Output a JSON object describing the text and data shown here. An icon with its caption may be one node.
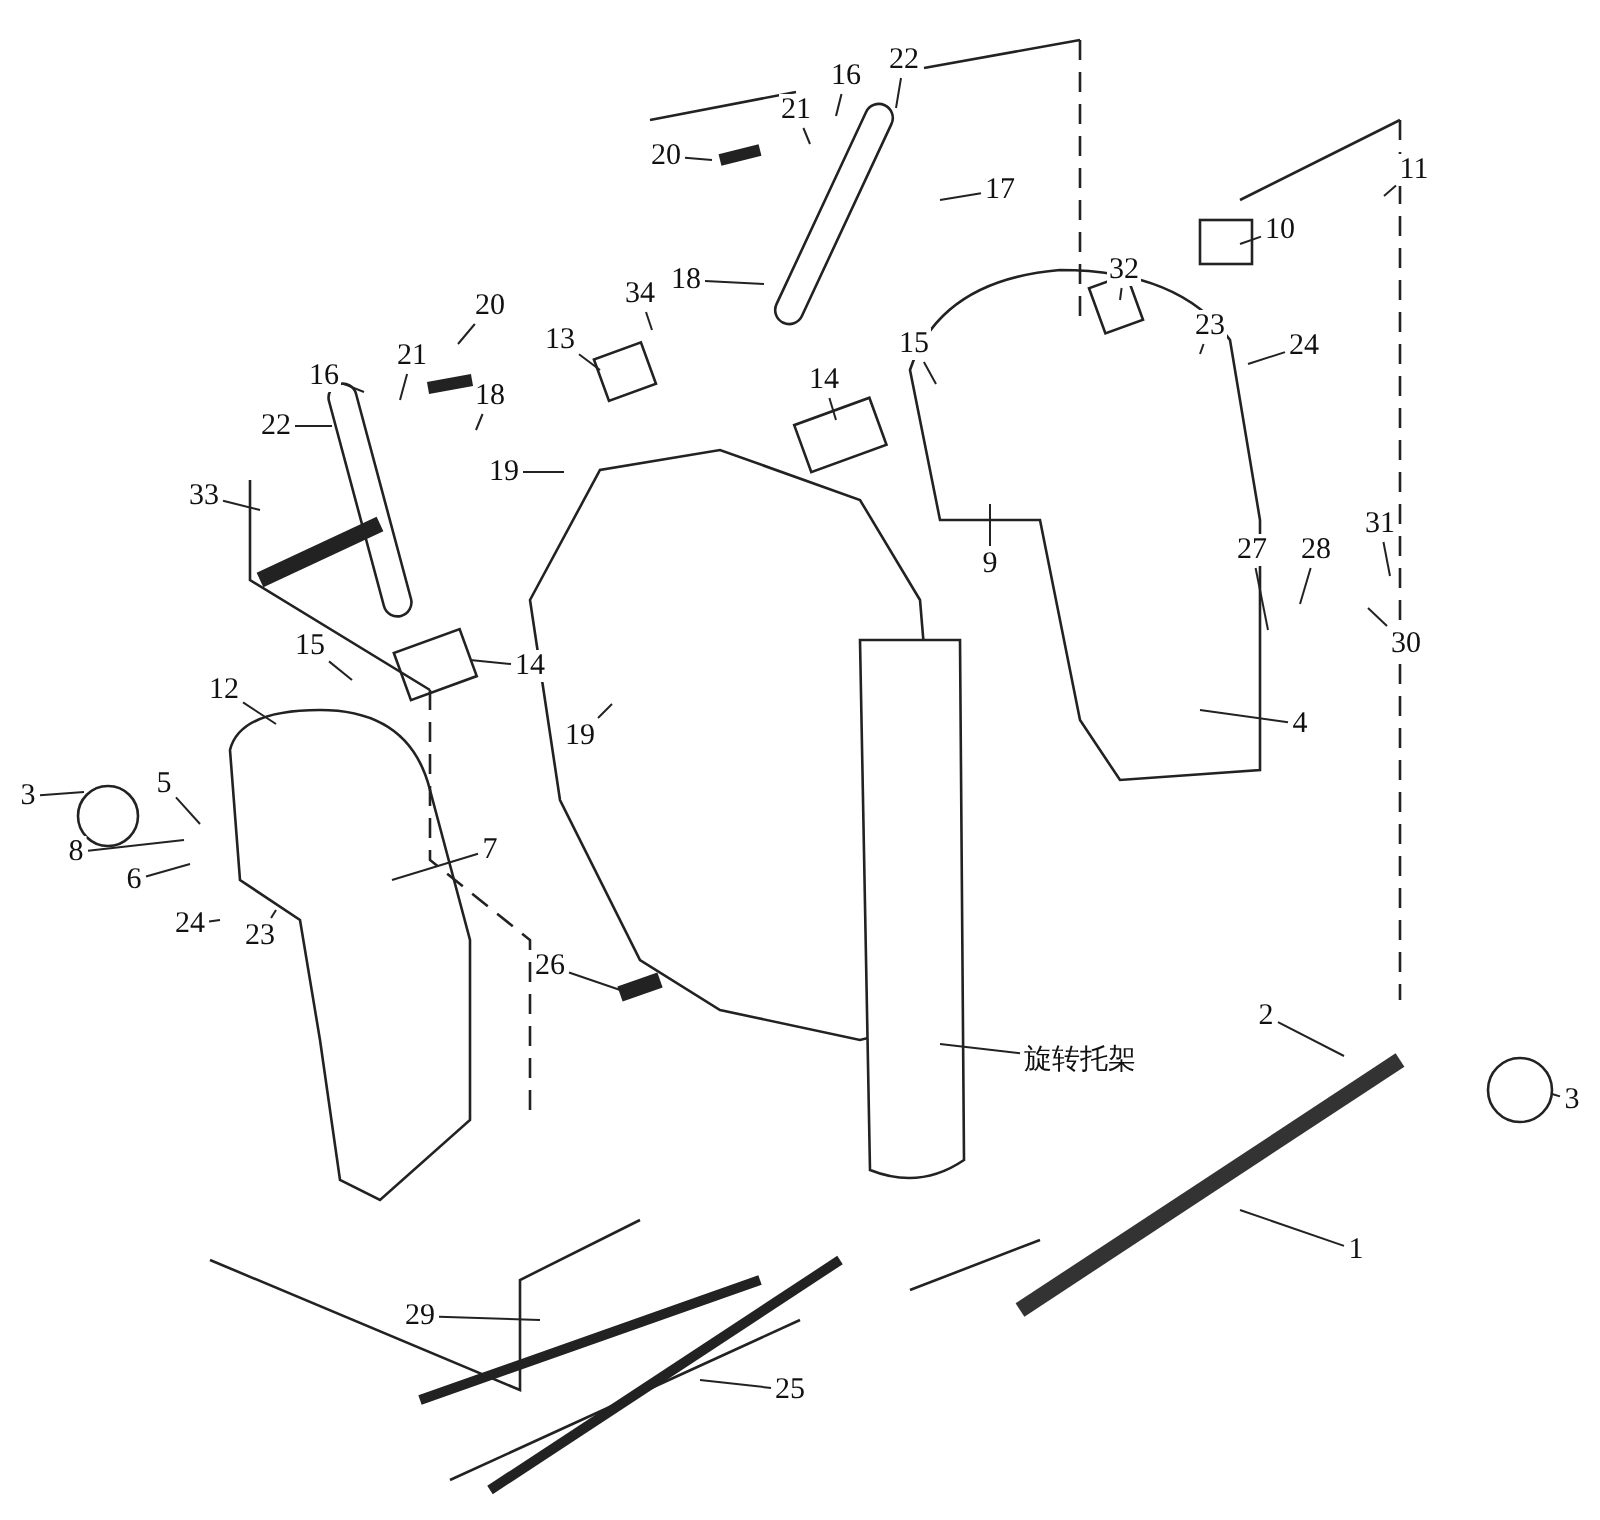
{
  "diagram": {
    "nodes": [
      {
        "text": [
          "22"
        ]
      },
      {
        "text": [
          "16"
        ]
      },
      {
        "text": [
          "21"
        ]
      },
      {
        "text": [
          "20"
        ]
      },
      {
        "text": [
          "11"
        ]
      },
      {
        "text": [
          "17"
        ]
      },
      {
        "text": [
          "10"
        ]
      },
      {
        "text": [
          "32"
        ]
      },
      {
        "text": [
          "18"
        ]
      },
      {
        "text": [
          "34"
        ]
      },
      {
        "text": [
          "20"
        ]
      },
      {
        "text": [
          "23"
        ]
      },
      {
        "text": [
          "13"
        ]
      },
      {
        "text": [
          "15"
        ]
      },
      {
        "text": [
          "24"
        ]
      },
      {
        "text": [
          "21"
        ]
      },
      {
        "text": [
          "16"
        ]
      },
      {
        "text": [
          "14"
        ]
      },
      {
        "text": [
          "18"
        ]
      },
      {
        "text": [
          "22"
        ]
      },
      {
        "text": [
          "19"
        ]
      },
      {
        "text": [
          "33"
        ]
      },
      {
        "text": [
          "31"
        ]
      },
      {
        "text": [
          "27"
        ]
      },
      {
        "text": [
          "28"
        ]
      },
      {
        "text": [
          "9"
        ]
      },
      {
        "text": [
          "30"
        ]
      },
      {
        "text": [
          "15"
        ]
      },
      {
        "text": [
          "14"
        ]
      },
      {
        "text": [
          "12"
        ]
      },
      {
        "text": [
          "4"
        ]
      },
      {
        "text": [
          "19"
        ]
      },
      {
        "text": [
          "5"
        ]
      },
      {
        "text": [
          "3"
        ]
      },
      {
        "text": [
          "8"
        ]
      },
      {
        "text": [
          "7"
        ]
      },
      {
        "text": [
          "6"
        ]
      },
      {
        "text": [
          "24"
        ]
      },
      {
        "text": [
          "23"
        ]
      },
      {
        "text": [
          "26"
        ]
      },
      {
        "text": [
          "2"
        ]
      },
      {
        "text": [
          "旋转托架"
        ]
      },
      {
        "text": [
          "3"
        ]
      },
      {
        "text": [
          "1"
        ]
      },
      {
        "text": [
          "29"
        ]
      },
      {
        "text": [
          "25"
        ]
      }
    ],
    "edges": [
      {
        "from": 0,
        "to": null,
        "arrow": "none"
      },
      {
        "from": 1,
        "to": null,
        "arrow": "none"
      },
      {
        "from": 2,
        "to": null,
        "arrow": "none"
      },
      {
        "from": 3,
        "to": null,
        "arrow": "none"
      },
      {
        "from": 4,
        "to": null,
        "arrow": "none"
      },
      {
        "from": 5,
        "to": null,
        "arrow": "none"
      },
      {
        "from": 6,
        "to": null,
        "arrow": "none"
      },
      {
        "from": 7,
        "to": null,
        "arrow": "none"
      },
      {
        "from": 8,
        "to": null,
        "arrow": "none"
      },
      {
        "from": 9,
        "to": null,
        "arrow": "none"
      },
      {
        "from": 10,
        "to": null,
        "arrow": "none"
      },
      {
        "from": 11,
        "to": null,
        "arrow": "none"
      },
      {
        "from": 12,
        "to": null,
        "arrow": "none"
      },
      {
        "from": 13,
        "to": null,
        "arrow": "none"
      },
      {
        "from": 14,
        "to": null,
        "arrow": "none"
      },
      {
        "from": 15,
        "to": null,
        "arrow": "none"
      },
      {
        "from": 16,
        "to": null,
        "arrow": "none"
      },
      {
        "from": 17,
        "to": null,
        "arrow": "none"
      },
      {
        "from": 18,
        "to": null,
        "arrow": "none"
      },
      {
        "from": 19,
        "to": null,
        "arrow": "none"
      },
      {
        "from": 20,
        "to": null,
        "arrow": "none"
      },
      {
        "from": 21,
        "to": null,
        "arrow": "none"
      },
      {
        "from": 22,
        "to": null,
        "arrow": "none"
      },
      {
        "from": 23,
        "to": null,
        "arrow": "none"
      },
      {
        "from": 24,
        "to": null,
        "arrow": "none"
      },
      {
        "from": 25,
        "to": null,
        "arrow": "none"
      },
      {
        "from": 26,
        "to": null,
        "arrow": "none"
      },
      {
        "from": 27,
        "to": null,
        "arrow": "none"
      },
      {
        "from": 28,
        "to": null,
        "arrow": "none"
      },
      {
        "from": 29,
        "to": null,
        "arrow": "none"
      },
      {
        "from": 30,
        "to": null,
        "arrow": "none"
      },
      {
        "from": 31,
        "to": null,
        "arrow": "none"
      },
      {
        "from": 32,
        "to": null,
        "arrow": "none"
      },
      {
        "from": 33,
        "to": null,
        "arrow": "none"
      },
      {
        "from": 34,
        "to": null,
        "arrow": "none"
      },
      {
        "from": 35,
        "to": null,
        "arrow": "none"
      },
      {
        "from": 36,
        "to": null,
        "arrow": "none"
      },
      {
        "from": 37,
        "to": null,
        "arrow": "none"
      },
      {
        "from": 38,
        "to": null,
        "arrow": "none"
      },
      {
        "from": 39,
        "to": null,
        "arrow": "none"
      },
      {
        "from": 40,
        "to": null,
        "arrow": "none"
      },
      {
        "from": 41,
        "to": null,
        "arrow": "none"
      },
      {
        "from": 42,
        "to": null,
        "arrow": "none"
      },
      {
        "from": 43,
        "to": null,
        "arrow": "none"
      },
      {
        "from": 44,
        "to": null,
        "arrow": "none"
      },
      {
        "from": 45,
        "to": null,
        "arrow": "none"
      }
    ]
  }
}
